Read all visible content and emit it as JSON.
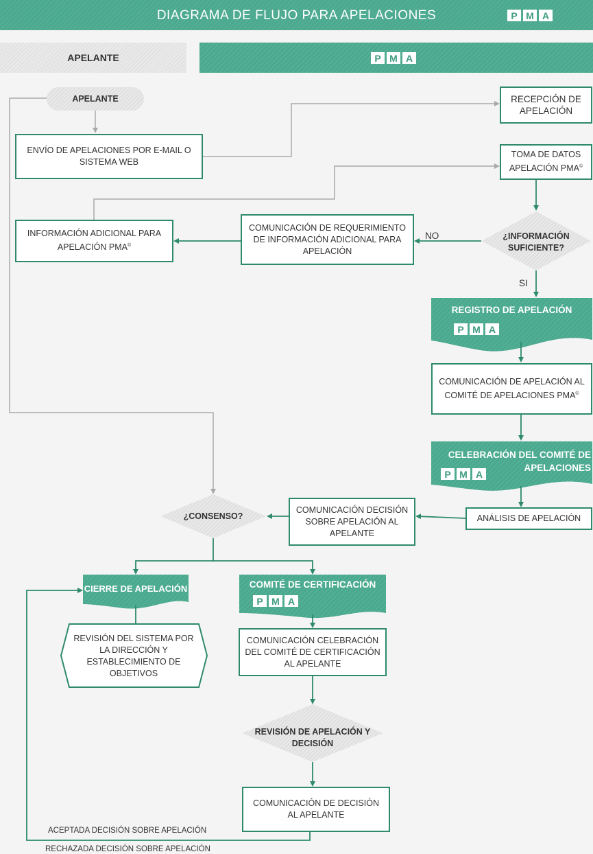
{
  "header": {
    "title": "DIAGRAMA DE FLUJO PARA APELACIONES",
    "logo": [
      "P",
      "M",
      "A"
    ]
  },
  "lanes": {
    "left": "APELANTE",
    "right_logo": [
      "P",
      "M",
      "A"
    ]
  },
  "nodes": {
    "apelante": "APELANTE",
    "envio": "ENVÍO DE APELACIONES POR E-MAIL O SISTEMA WEB",
    "recepcion": "RECEPCIÓN DE APELACIÓN",
    "toma_datos": "TOMA DE DATOS APELACIÓN PMA",
    "info_adicional": "INFORMACIÓN ADICIONAL PARA APELACIÓN PMA",
    "comunicacion_req": "COMUNICACIÓN DE REQUERIMIENTO DE INFORMACIÓN ADICIONAL PARA APELACIÓN",
    "info_suficiente": "¿INFORMACIÓN SUFICIENTE?",
    "registro": "REGISTRO DE APELACIÓN",
    "comunicacion_comite": "COMUNICACIÓN DE APELACIÓN AL COMITÉ DE APELACIONES PMA",
    "celebracion": "CELEBRACIÓN DEL COMITÉ DE APELACIONES",
    "analisis": "ANÁLISIS DE APELACIÓN",
    "comunicacion_decision": "COMUNICACIÓN DECISIÓN SOBRE APELACIÓN AL APELANTE",
    "consenso": "¿CONSENSO?",
    "cierre": "CIERRE DE APELACIÓN",
    "revision_sistema": "REVISIÓN DEL SISTEMA POR LA DIRECCIÓN Y ESTABLECIMIENTO DE OBJETIVOS",
    "comite_cert": "COMITÉ DE CERTIFICACIÓN",
    "comunicacion_cert": "COMUNICACIÓN CELEBRACIÓN DEL COMITÉ DE CERTIFICACIÓN AL APELANTE",
    "revision_decision": "REVISIÓN DE APELACIÓN Y DECISIÓN",
    "comunicacion_final": "COMUNICACIÓN DE DECISIÓN AL APELANTE"
  },
  "edge_labels": {
    "no": "NO",
    "si": "SI",
    "aceptada": "ACEPTADA DECISIÓN SOBRE APELACIÓN",
    "rechazada": "RECHAZADA DECISIÓN SOBRE APELACIÓN"
  },
  "symbols": {
    "copyright": "©"
  },
  "colors": {
    "green": "#2e8a6b",
    "banner": "#4aa98e",
    "gray_line": "#aaaaaa",
    "hatch": "#e6e6e6"
  }
}
